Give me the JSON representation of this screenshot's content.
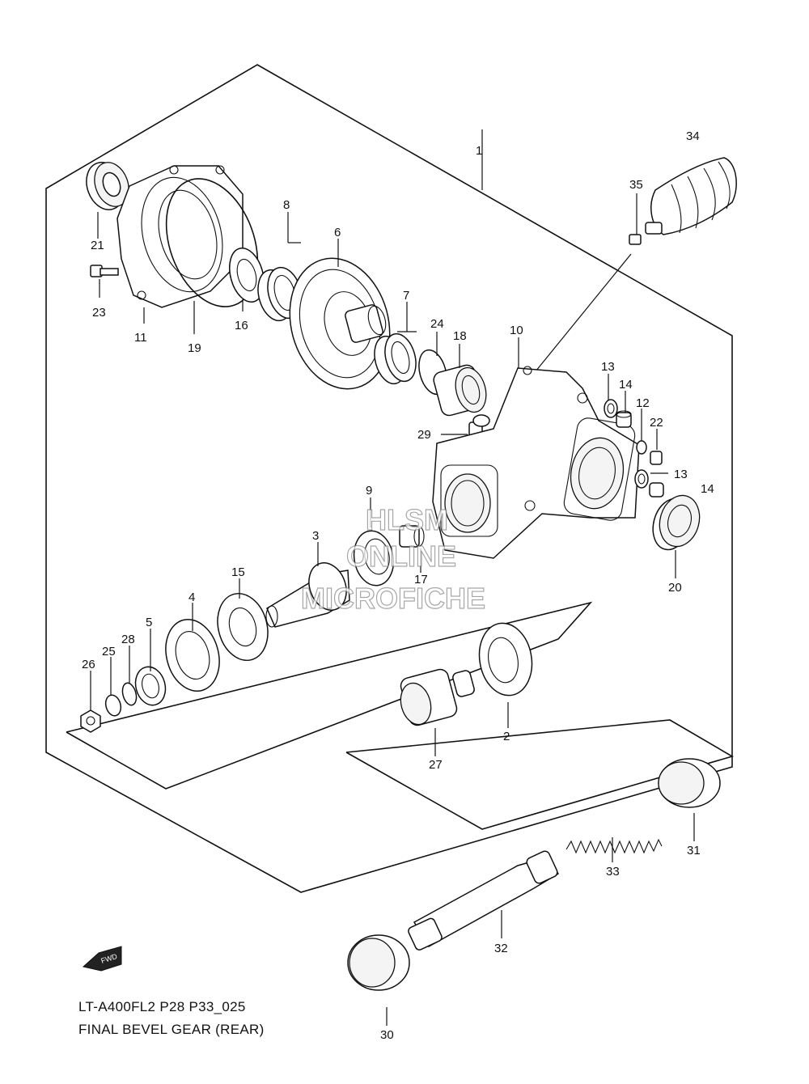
{
  "diagram": {
    "model_code": "LT-A400FL2 P28 P33_025",
    "title": "FINAL BEVEL GEAR (REAR)",
    "watermark": [
      "HLSM",
      "ONLINE",
      "MICROFICHE"
    ],
    "fwd_label": "FWD",
    "callouts": [
      "1",
      "2",
      "3",
      "4",
      "5",
      "6",
      "7",
      "8",
      "9",
      "10",
      "11",
      "12",
      "13",
      "13",
      "14",
      "14",
      "15",
      "16",
      "17",
      "18",
      "19",
      "20",
      "21",
      "22",
      "23",
      "24",
      "25",
      "26",
      "27",
      "28",
      "29",
      "30",
      "31",
      "32",
      "33",
      "34",
      "35"
    ]
  }
}
